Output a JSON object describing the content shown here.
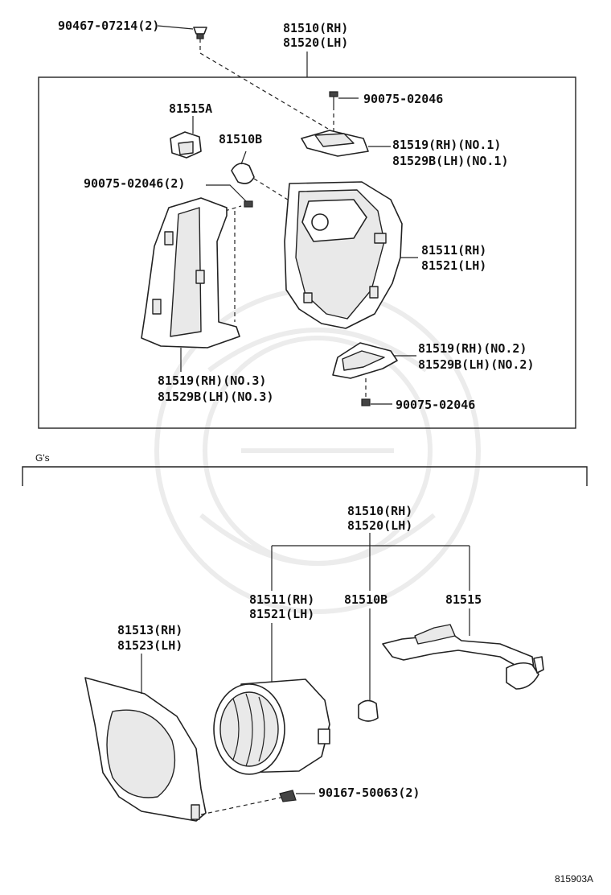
{
  "top_section": {
    "labels": {
      "clip": "90467-07214(2)",
      "assy_rh": "81510(RH)",
      "assy_lh": "81520(LH)",
      "screw_top": "90075-02046",
      "socket": "81515A",
      "bulb": "81510B",
      "bracket1_rh": "81519(RH)(NO.1)",
      "bracket1_lh": "81529B(LH)(NO.1)",
      "screw_left": "90075-02046(2)",
      "housing_rh": "81511(RH)",
      "housing_lh": "81521(LH)",
      "bracket2_rh": "81519(RH)(NO.2)",
      "bracket2_lh": "81529B(LH)(NO.2)",
      "bracket3_rh": "81519(RH)(NO.3)",
      "bracket3_lh": "81529B(LH)(NO.3)",
      "screw_bottom": "90075-02046"
    }
  },
  "bottom_section": {
    "grade": "G's",
    "labels": {
      "assy_rh": "81510(RH)",
      "assy_lh": "81520(LH)",
      "lamp_rh": "81511(RH)",
      "lamp_lh": "81521(LH)",
      "bulb": "81510B",
      "wire": "81515",
      "cover_rh": "81513(RH)",
      "cover_lh": "81523(LH)",
      "screw": "90167-50063(2)"
    }
  },
  "diagram_code": "815903A"
}
